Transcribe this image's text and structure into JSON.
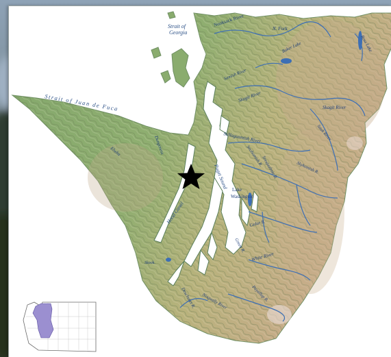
{
  "map": {
    "labels": {
      "strait_of_georgia_1": "Strait of",
      "strait_of_georgia_2": "Georgia",
      "strait_juan_de_fuca": "Strait of Juan de Fuca",
      "nooksack_river": "Nooksack River",
      "n_fork": "N. Fork",
      "baker_lake": "Baker Lake",
      "ross_lake": "Ross Lake",
      "samish_river": "Samish River",
      "skagit_river_1": "Skagit River",
      "skagit_river_2": "Skagit River",
      "sauk_river": "Sauk River",
      "stillaguamish_river": "Stillaguamish River",
      "snohomish_river": "Snohomish R.",
      "snoqualmie_river": "Snoqualmie R.",
      "skykomish_river": "Skykomish R.",
      "lake_washington_1": "Lake",
      "lake_washington_2": "Washington",
      "dungeness": "Dungeness",
      "puget_sound": "Puget Sound",
      "hood_canal": "Hood Canal",
      "cedar_river": "Cedar R.",
      "green_river": "Green R.",
      "white_river": "White River",
      "puyallup_river": "Puyallup R.",
      "nisqually_river": "Nisqually River",
      "deschutes_river": "Deschutes R.",
      "skook": "Skook.",
      "elwha": "Elwha"
    },
    "colors": {
      "lowland": "#7fa56a",
      "upland": "#b9b07a",
      "mountain": "#c9a888",
      "water": "#ffffff",
      "river": "#3d6fb5",
      "star": "#000000",
      "inset_region": "#9b8fd0"
    },
    "marker": {
      "icon": "star-icon"
    },
    "inset": {
      "description_icon": "washington-state-inset-icon"
    }
  }
}
